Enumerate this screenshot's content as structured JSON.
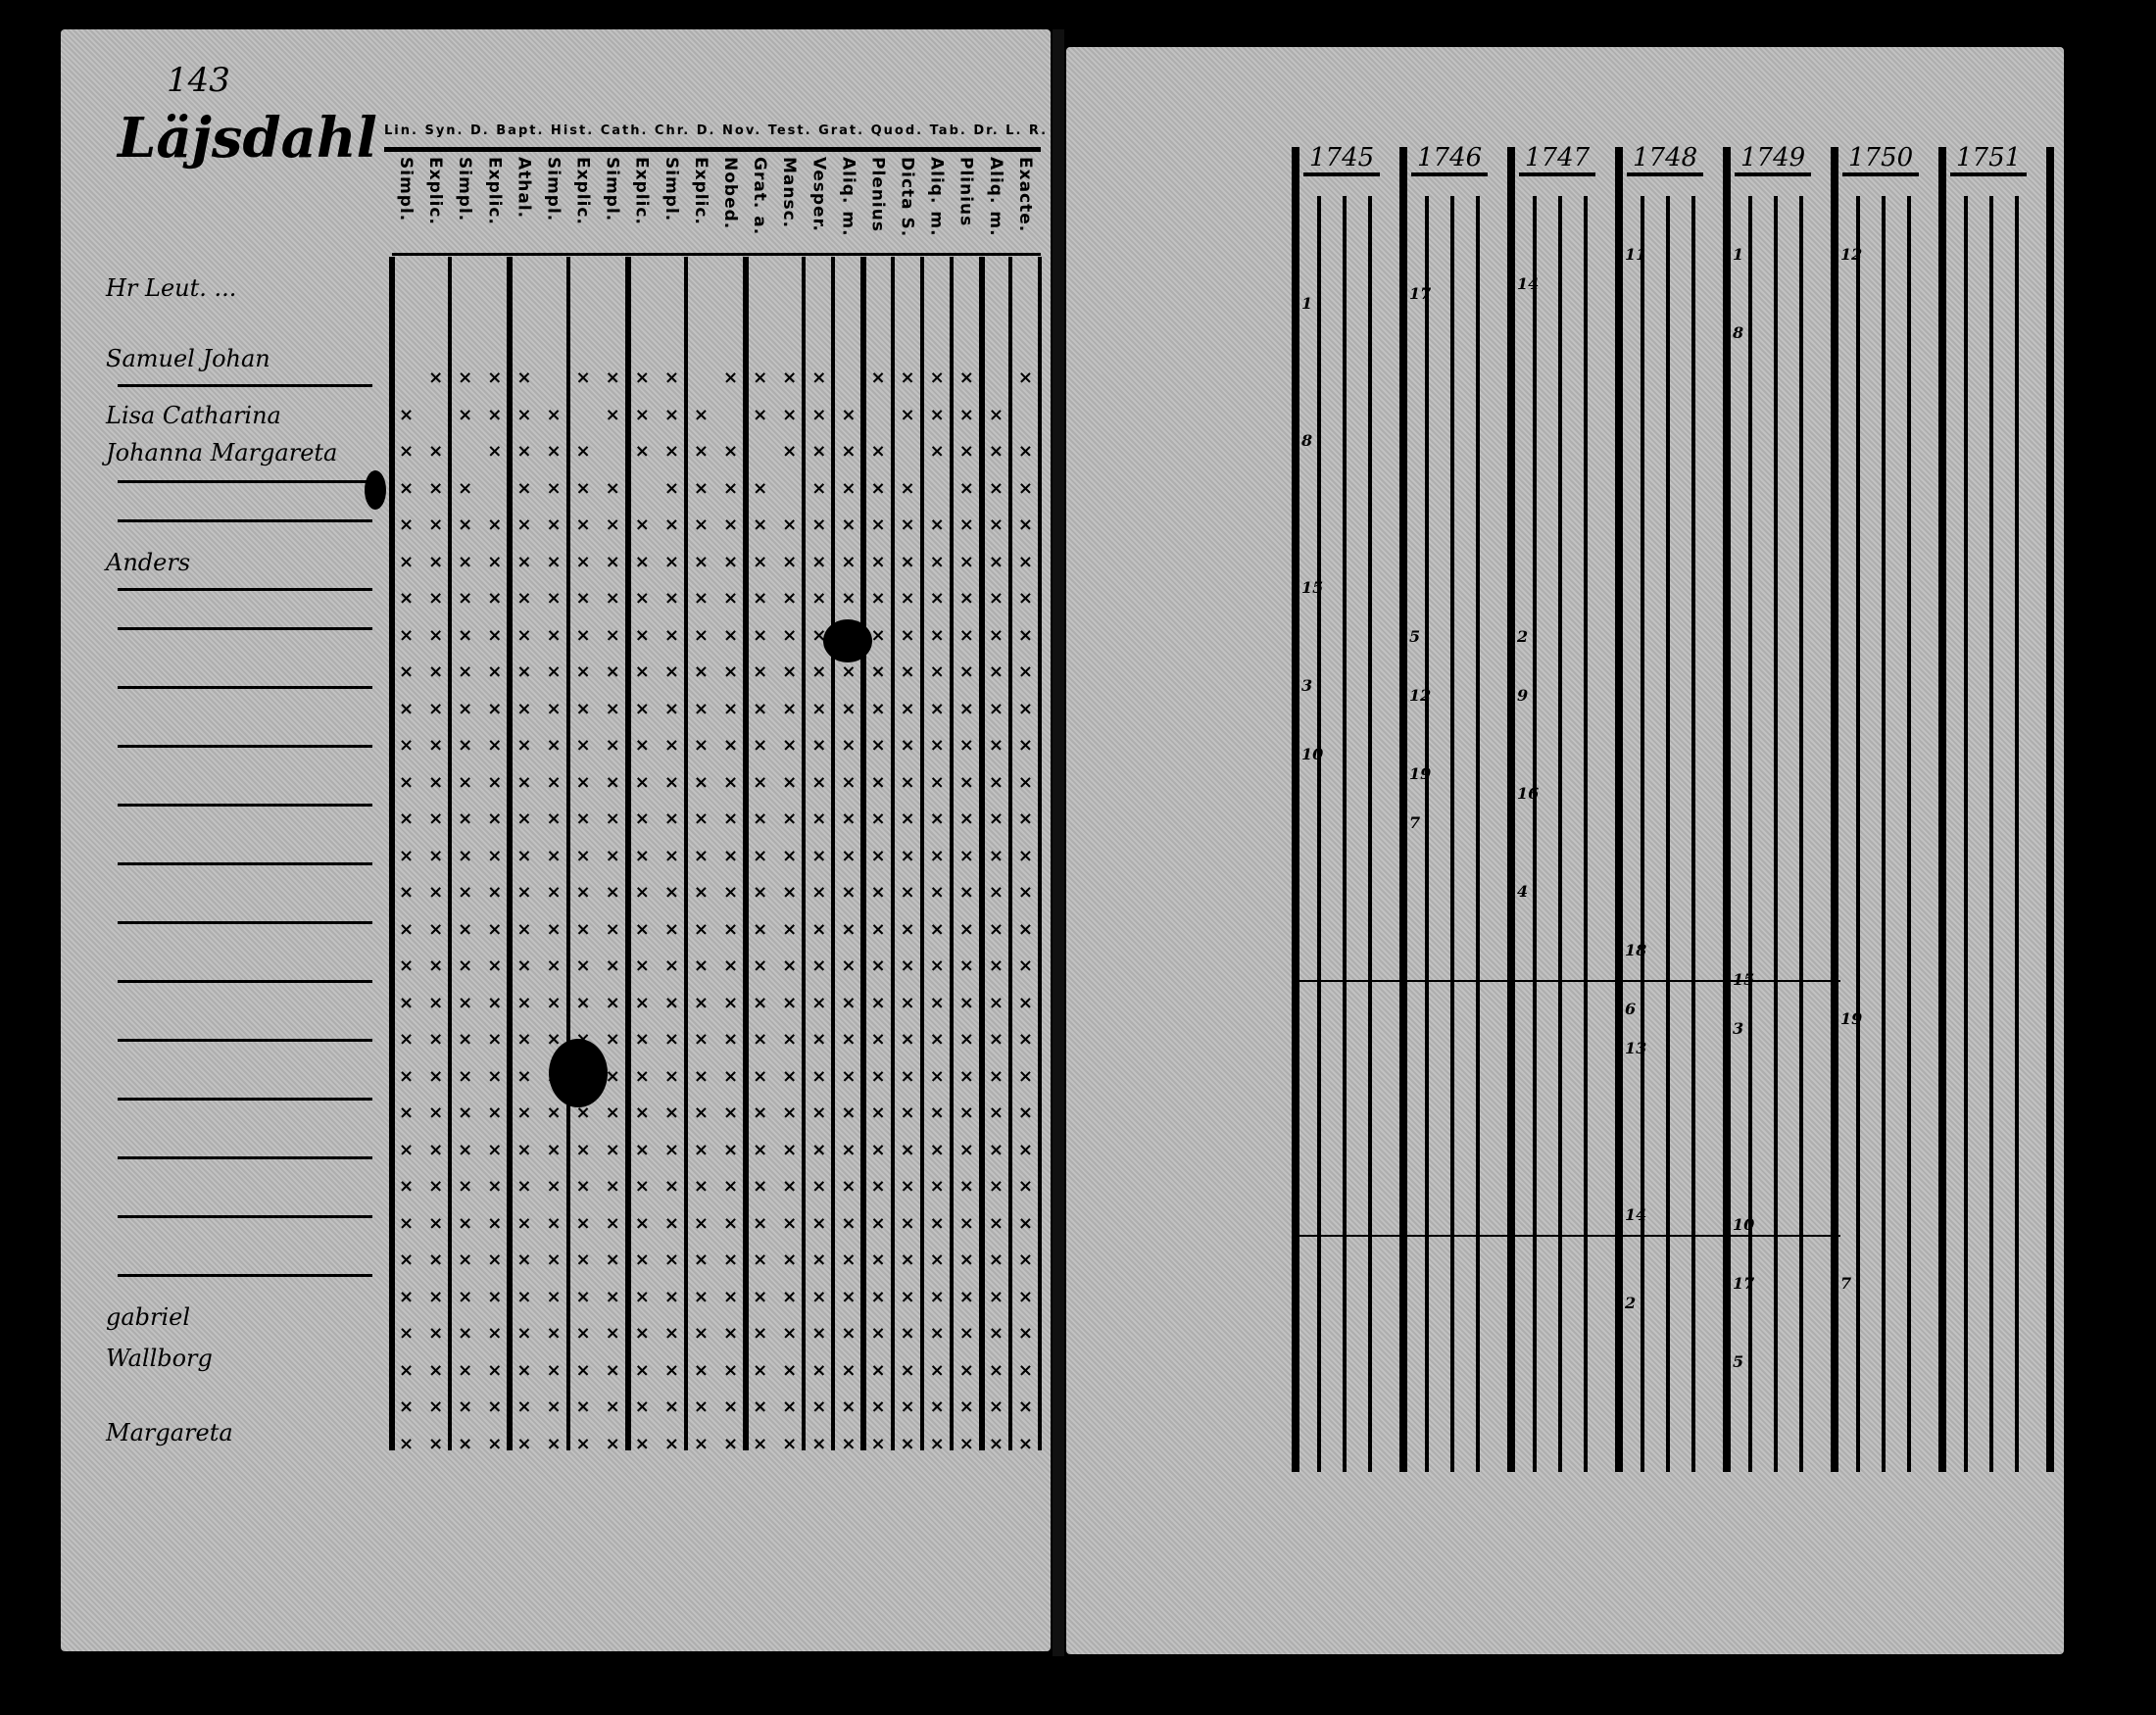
{
  "left_page": {
    "page_number": "143",
    "place_title": "Läjsdahl",
    "table_caption": "Lin. Syn. D. Bapt. Hist. Cath. Chr. D. Nov. Test. Grat. Quod. Tab. Dr. L. R.",
    "column_headers": [
      "Simpl.",
      "Explic.",
      "Simpl.",
      "Explic.",
      "Athal.",
      "Simpl.",
      "Explic.",
      "Simpl.",
      "Explic.",
      "Simpl.",
      "Explic.",
      "Nobed.",
      "Grat. a.",
      "Mansc.",
      "Vesper.",
      "Aliq. m.",
      "Plenius",
      "Dicta S.",
      "Aliq. m.",
      "Plinius",
      "Aliq. m.",
      "Exacte."
    ],
    "names": [
      "Hr Leut. ...",
      "Samuel Johan",
      "Lisa Catharina",
      "Johanna Margareta",
      "Anders",
      "gabriel",
      "Wallborg",
      "Margareta"
    ]
  },
  "right_page": {
    "years": [
      "1745",
      "1746",
      "1747",
      "1748",
      "1749",
      "1750",
      "1751"
    ]
  }
}
